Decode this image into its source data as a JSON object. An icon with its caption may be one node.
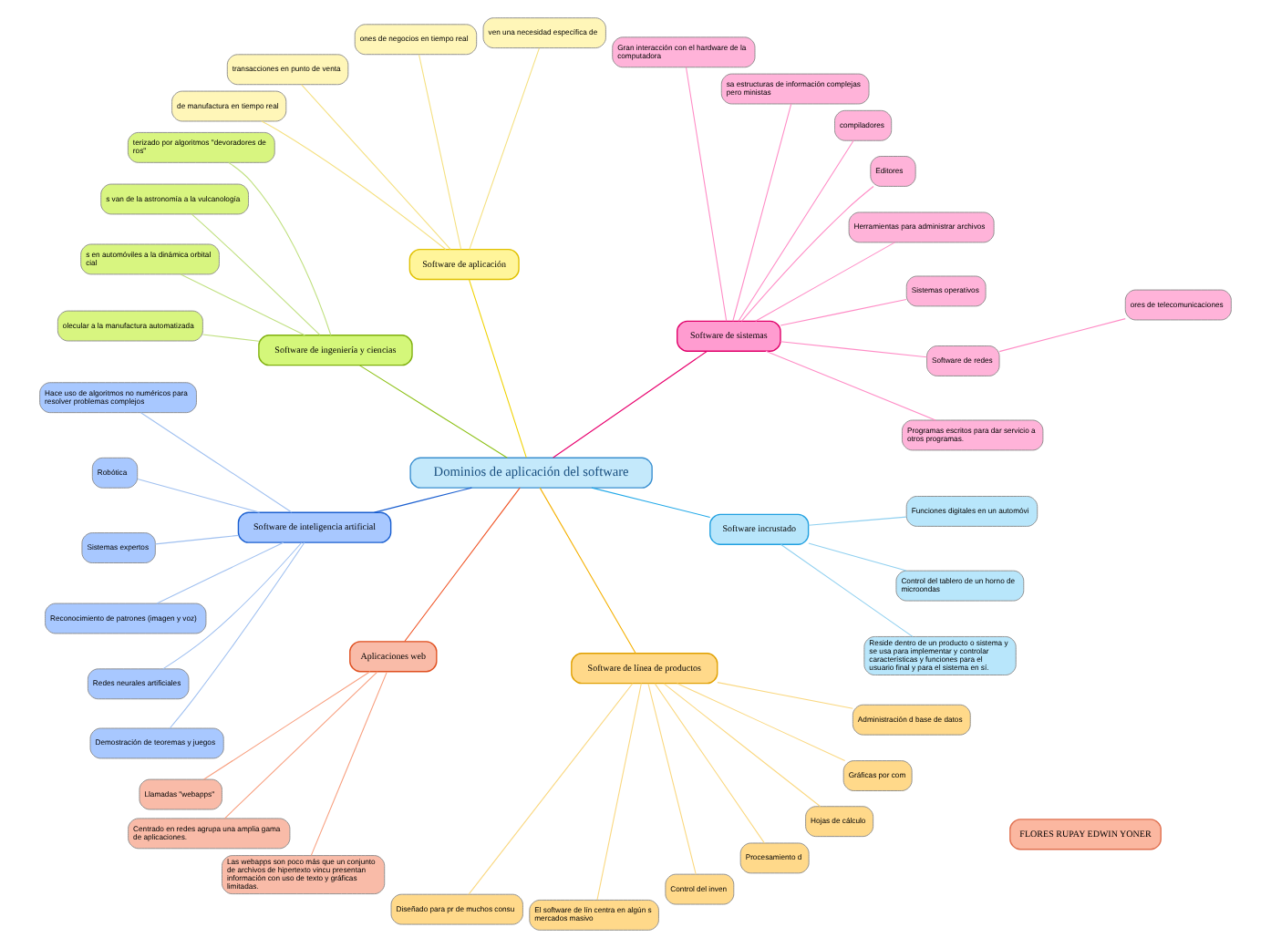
{
  "diagram": {
    "nodes": [
      {
        "text": [
          "FLORES RUPAY EDWIN YONER"
        ]
      },
      {
        "text": [
          "Dominios de aplicación del software"
        ]
      },
      {
        "text": [
          "Software de sistemas"
        ]
      },
      {
        "text": [
          "Programas escritos para dar servicio a otros programas."
        ]
      },
      {
        "text": [
          "Software de redes"
        ]
      },
      {
        "text": [
          "ores de telecomunicaciones"
        ]
      },
      {
        "text": [
          "Sistemas operativos"
        ]
      },
      {
        "text": [
          "Herramientas para administrar archivos"
        ]
      },
      {
        "text": [
          "Editores"
        ]
      },
      {
        "text": [
          "compiladores"
        ]
      },
      {
        "text": [
          "sa estructuras de información complejas pero ministas"
        ]
      },
      {
        "text": [
          "Gran interacción con el hardware de la computadora"
        ]
      },
      {
        "text": [
          "Software de aplicación"
        ]
      },
      {
        "text": [
          "ven una necesidad específica de"
        ]
      },
      {
        "text": [
          "ones de negocios en tiempo real"
        ]
      },
      {
        "text": [
          "transacciones en punto de venta"
        ]
      },
      {
        "text": [
          "de manufactura en tiempo real"
        ]
      },
      {
        "text": [
          "Software de ingeniería y ciencias"
        ]
      },
      {
        "text": [
          "terizado por algoritmos \"devoradores de ros\""
        ]
      },
      {
        "text": [
          "s van de la astronomía a la vulcanología"
        ]
      },
      {
        "text": [
          "s en automóviles a la dinámica orbital cial"
        ]
      },
      {
        "text": [
          "olecular a la manufactura automatizada"
        ]
      },
      {
        "text": [
          "Software de inteligencia artificial"
        ]
      },
      {
        "text": [
          "Hace uso de algoritmos no numéricos para resolver problemas complejos"
        ]
      },
      {
        "text": [
          "Robótica"
        ]
      },
      {
        "text": [
          "Sistemas expertos"
        ]
      },
      {
        "text": [
          "Reconocimiento de patrones (imagen y voz)"
        ]
      },
      {
        "text": [
          "Redes neurales artificiales"
        ]
      },
      {
        "text": [
          "Demostración de teoremas y juegos"
        ]
      },
      {
        "text": [
          "Aplicaciones web"
        ]
      },
      {
        "text": [
          "Llamadas \"webapps\""
        ]
      },
      {
        "text": [
          "Centrado en redes agrupa una amplia gama de aplicaciones."
        ]
      },
      {
        "text": [
          "Las webapps son poco más que un conjunto de archivos de hipertexto vincu presentan información con uso de texto y gráficas limitadas."
        ]
      },
      {
        "text": [
          "Software de línea de productos"
        ]
      },
      {
        "text": [
          "Diseñado para pr de muchos consu"
        ]
      },
      {
        "text": [
          "El software de lín centra en algún s mercados masivo"
        ]
      },
      {
        "text": [
          "Control del inven"
        ]
      },
      {
        "text": [
          "Procesamiento d"
        ]
      },
      {
        "text": [
          "Hojas de cálculo"
        ]
      },
      {
        "text": [
          "Gráficas por com"
        ]
      },
      {
        "text": [
          "Administración d base de datos"
        ]
      },
      {
        "text": [
          "Software incrustado"
        ]
      },
      {
        "text": [
          "Reside dentro de un producto o sistema y se usa para implementar y controlar características y funciones para el usuario final y para el sistema en sí."
        ]
      },
      {
        "text": [
          "Control del tablero de un horno de microondas"
        ]
      },
      {
        "text": [
          "Funciones digitales en un automóvi"
        ]
      }
    ],
    "edges": [
      {
        "from": 1,
        "to": 2,
        "arrow": "none",
        "color": "#e8006e"
      },
      {
        "from": 2,
        "to": 3,
        "arrow": "none",
        "color": "#ff8cc6"
      },
      {
        "from": 2,
        "to": 4,
        "arrow": "none",
        "color": "#ff8cc6"
      },
      {
        "from": 4,
        "to": 5,
        "arrow": "none",
        "color": "#ff8cc6"
      },
      {
        "from": 2,
        "to": 6,
        "arrow": "none",
        "color": "#ff8cc6"
      },
      {
        "from": 2,
        "to": 7,
        "arrow": "none",
        "color": "#ff8cc6"
      },
      {
        "from": 2,
        "to": 8,
        "arrow": "none",
        "color": "#ff8cc6"
      },
      {
        "from": 2,
        "to": 9,
        "arrow": "none",
        "color": "#ff8cc6"
      },
      {
        "from": 2,
        "to": 10,
        "arrow": "none",
        "color": "#ff8cc6"
      },
      {
        "from": 2,
        "to": 11,
        "arrow": "none",
        "color": "#ff8cc6"
      },
      {
        "from": 1,
        "to": 12,
        "arrow": "none",
        "color": "#f0d200"
      },
      {
        "from": 12,
        "to": 13,
        "arrow": "none",
        "color": "#f5e080"
      },
      {
        "from": 12,
        "to": 14,
        "arrow": "none",
        "color": "#f5e080"
      },
      {
        "from": 12,
        "to": 15,
        "arrow": "none",
        "color": "#f5e080"
      },
      {
        "from": 12,
        "to": 16,
        "arrow": "none",
        "color": "#f5e080"
      },
      {
        "from": 1,
        "to": 17,
        "arrow": "none",
        "color": "#8cc014"
      },
      {
        "from": 17,
        "to": 18,
        "arrow": "none",
        "color": "#c0e080"
      },
      {
        "from": 17,
        "to": 19,
        "arrow": "none",
        "color": "#c0e080"
      },
      {
        "from": 17,
        "to": 20,
        "arrow": "none",
        "color": "#c0e080"
      },
      {
        "from": 17,
        "to": 21,
        "arrow": "none",
        "color": "#c0e080"
      },
      {
        "from": 1,
        "to": 22,
        "arrow": "none",
        "color": "#1a5fd0"
      },
      {
        "from": 22,
        "to": 23,
        "arrow": "none",
        "color": "#a0c0f0"
      },
      {
        "from": 22,
        "to": 24,
        "arrow": "none",
        "color": "#a0c0f0"
      },
      {
        "from": 22,
        "to": 25,
        "arrow": "none",
        "color": "#a0c0f0"
      },
      {
        "from": 22,
        "to": 26,
        "arrow": "none",
        "color": "#a0c0f0"
      },
      {
        "from": 22,
        "to": 27,
        "arrow": "none",
        "color": "#a0c0f0"
      },
      {
        "from": 22,
        "to": 28,
        "arrow": "none",
        "color": "#a0c0f0"
      },
      {
        "from": 1,
        "to": 29,
        "arrow": "none",
        "color": "#f05020"
      },
      {
        "from": 29,
        "to": 30,
        "arrow": "none",
        "color": "#f8a080"
      },
      {
        "from": 29,
        "to": 31,
        "arrow": "none",
        "color": "#f8a080"
      },
      {
        "from": 29,
        "to": 32,
        "arrow": "none",
        "color": "#f8a080"
      },
      {
        "from": 1,
        "to": 33,
        "arrow": "none",
        "color": "#f5b000"
      },
      {
        "from": 33,
        "to": 34,
        "arrow": "none",
        "color": "#fad880"
      },
      {
        "from": 33,
        "to": 35,
        "arrow": "none",
        "color": "#fad880"
      },
      {
        "from": 33,
        "to": 36,
        "arrow": "none",
        "color": "#fad880"
      },
      {
        "from": 33,
        "to": 37,
        "arrow": "none",
        "color": "#fad880"
      },
      {
        "from": 33,
        "to": 38,
        "arrow": "none",
        "color": "#fad880"
      },
      {
        "from": 33,
        "to": 39,
        "arrow": "none",
        "color": "#fad880"
      },
      {
        "from": 33,
        "to": 40,
        "arrow": "none",
        "color": "#fad880"
      },
      {
        "from": 1,
        "to": 41,
        "arrow": "none",
        "color": "#20a8e8"
      },
      {
        "from": 41,
        "to": 42,
        "arrow": "none",
        "color": "#90d0f0"
      },
      {
        "from": 41,
        "to": 43,
        "arrow": "none",
        "color": "#90d0f0"
      },
      {
        "from": 41,
        "to": 44,
        "arrow": "none",
        "color": "#90d0f0"
      }
    ]
  }
}
